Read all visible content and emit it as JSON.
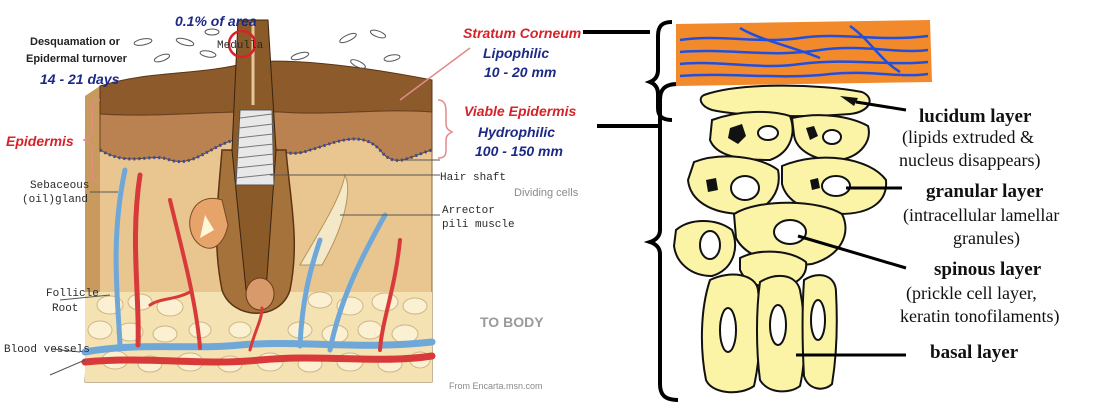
{
  "left": {
    "desquamation": [
      "Desquamation or",
      "Epidermal turnover"
    ],
    "turnover_days": "14 - 21 days",
    "area": "0.1% of area",
    "medulla": "Medulla",
    "stratum_corneum": {
      "title": "Stratum Corneum",
      "property": "Lipophilic",
      "thickness": "10 - 20 mm"
    },
    "viable_epidermis": {
      "title": "Viable Epidermis",
      "property": "Hydrophilic",
      "thickness": "100 - 150 mm"
    },
    "epidermis": "Epidermis",
    "hair_shaft": "Hair shaft",
    "dividing_cells": "Dividing cells",
    "sebaceous": [
      "Sebaceous",
      "(oil)gland"
    ],
    "arrector": [
      "Arrector",
      "pili muscle"
    ],
    "follicle": "Follicle",
    "root": "Root",
    "blood_vessels": "Blood vessels",
    "to_body": "TO BODY",
    "source": "From Encarta.msn.com"
  },
  "right": {
    "layers": [
      {
        "name": "lucidum layer",
        "desc": [
          "(lipids extruded &",
          "nucleus disappears)"
        ]
      },
      {
        "name": "granular layer",
        "desc": [
          "(intracellular lamellar",
          "granules)"
        ]
      },
      {
        "name": "spinous layer",
        "desc": [
          "(prickle cell layer,",
          "keratin tonofilaments)"
        ]
      },
      {
        "name": "basal layer",
        "desc": []
      }
    ]
  },
  "colors": {
    "label_red": "#d6232a",
    "label_blue": "#1c2a86",
    "corneum_orange": "#f28a2c",
    "corneum_lines": "#1f4fe0",
    "cell_yellow": "#fbf3a6",
    "artery": "#d83a3a",
    "vein": "#6fa8d8",
    "dermis": "#e9c690",
    "fat": "#f7ecc4"
  }
}
